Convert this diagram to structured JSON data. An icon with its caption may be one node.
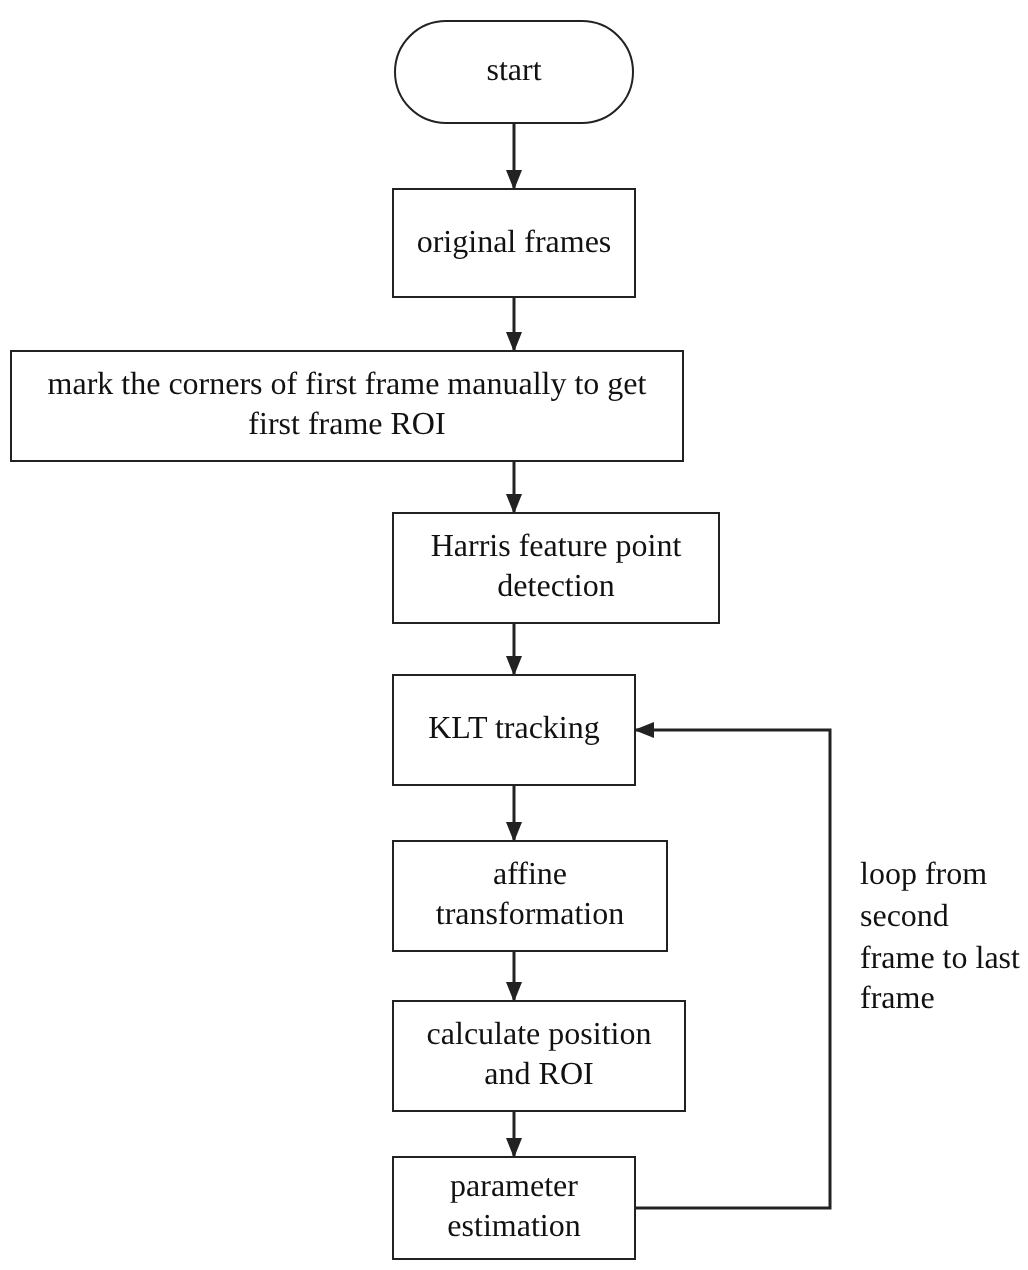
{
  "diagram": {
    "nodes": [
      {
        "text": [
          "start"
        ]
      },
      {
        "text": [
          "original frames"
        ]
      },
      {
        "text": [
          "mark the corners of first frame manually to get first frame ROI"
        ]
      },
      {
        "text": [
          "Harris feature point detection"
        ]
      },
      {
        "text": [
          "KLT tracking"
        ]
      },
      {
        "text": [
          "affine transformation"
        ]
      },
      {
        "text": [
          "calculate position and ROI"
        ]
      },
      {
        "text": [
          "parameter estimation"
        ]
      }
    ],
    "edges": [
      {
        "from": 0,
        "to": 1,
        "arrow": "to"
      },
      {
        "from": 1,
        "to": 2,
        "arrow": "to"
      },
      {
        "from": 2,
        "to": 3,
        "arrow": "to"
      },
      {
        "from": 3,
        "to": 4,
        "arrow": "to"
      },
      {
        "from": 4,
        "to": 5,
        "arrow": "to"
      },
      {
        "from": 5,
        "to": 6,
        "arrow": "to"
      },
      {
        "from": 6,
        "to": 7,
        "arrow": "to"
      },
      {
        "from": 7,
        "to": 4,
        "arrow": "to",
        "label": "loop from second frame to last frame"
      }
    ]
  }
}
